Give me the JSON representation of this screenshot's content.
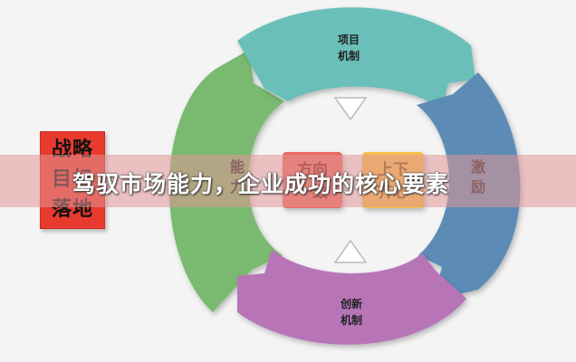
{
  "diagram": {
    "top_segment": {
      "line1": "项目",
      "line2": "机制",
      "color": "#6bbfb9"
    },
    "right_segment": {
      "line1": "激",
      "line2": "励",
      "color": "#5b8cb6"
    },
    "bottom_segment": {
      "line1": "创新",
      "line2": "机制",
      "color": "#b774b8"
    },
    "left_segment": {
      "line1": "能",
      "line2": "力",
      "color": "#79ba6f"
    },
    "center_left_box": {
      "line1": "方向",
      "line2": "一致",
      "color": "#e86b61"
    },
    "center_right_box": {
      "line1": "上下",
      "line2": "齐心",
      "color": "#f3c24a"
    }
  },
  "badge": {
    "line1": "战略",
    "line2": "目标",
    "line3": "落地",
    "color": "#e83a2e"
  },
  "banner": {
    "title": "驾驭市场能力，企业成功的核心要素"
  }
}
